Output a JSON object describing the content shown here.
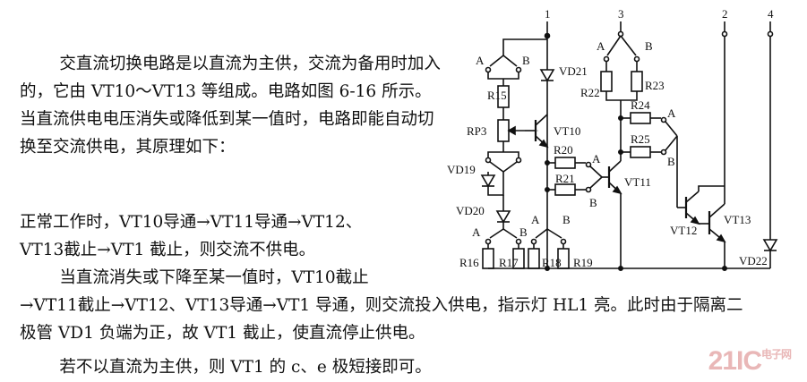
{
  "text": {
    "p1": "交直流切换电路是以直流为主供，交流为备用时加入的，它由 VT10～VT13 等组成。电路如图 6-16 所示。当直流供电电压消失或降低到某一值时，电路即能自动切换至交流供电，其原理如下：",
    "p2a": "正常工作时，VT10导通→VT11导通→VT12、",
    "p2b": "VT13截止→VT1 截止，则交流不供电。",
    "p3a": "当直流消失或下降至某一值时，VT10截止",
    "p3b": "→VT11截止→VT12、VT13导通→VT1 导通，则交流投入供电，指示灯 HL1 亮。此时由于隔离二",
    "p3c": "极管 VD1 负端为正，故 VT1 截止，使直流停止供电。",
    "p4": "若不以直流为主供，则 VT1 的 c、e 极短接即可。"
  },
  "diagram": {
    "terminals": [
      "1",
      "3",
      "2",
      "4"
    ],
    "components": {
      "R15": "R15",
      "R16": "R16",
      "R17": "R17",
      "R18": "R18",
      "R19": "R19",
      "R20": "R20",
      "R21": "R21",
      "R22": "R22",
      "R23": "R23",
      "R24": "R24",
      "R25": "R25",
      "RP3": "RP3",
      "VD19": "VD19",
      "VD20": "VD20",
      "VD21": "VD21",
      "VD22": "VD22",
      "VT10": "VT10",
      "VT11": "VT11",
      "VT12": "VT12",
      "VT13": "VT13"
    },
    "switch_a": "A",
    "switch_b": "B"
  },
  "watermark": {
    "main": "21IC",
    "sub": "电子网"
  }
}
